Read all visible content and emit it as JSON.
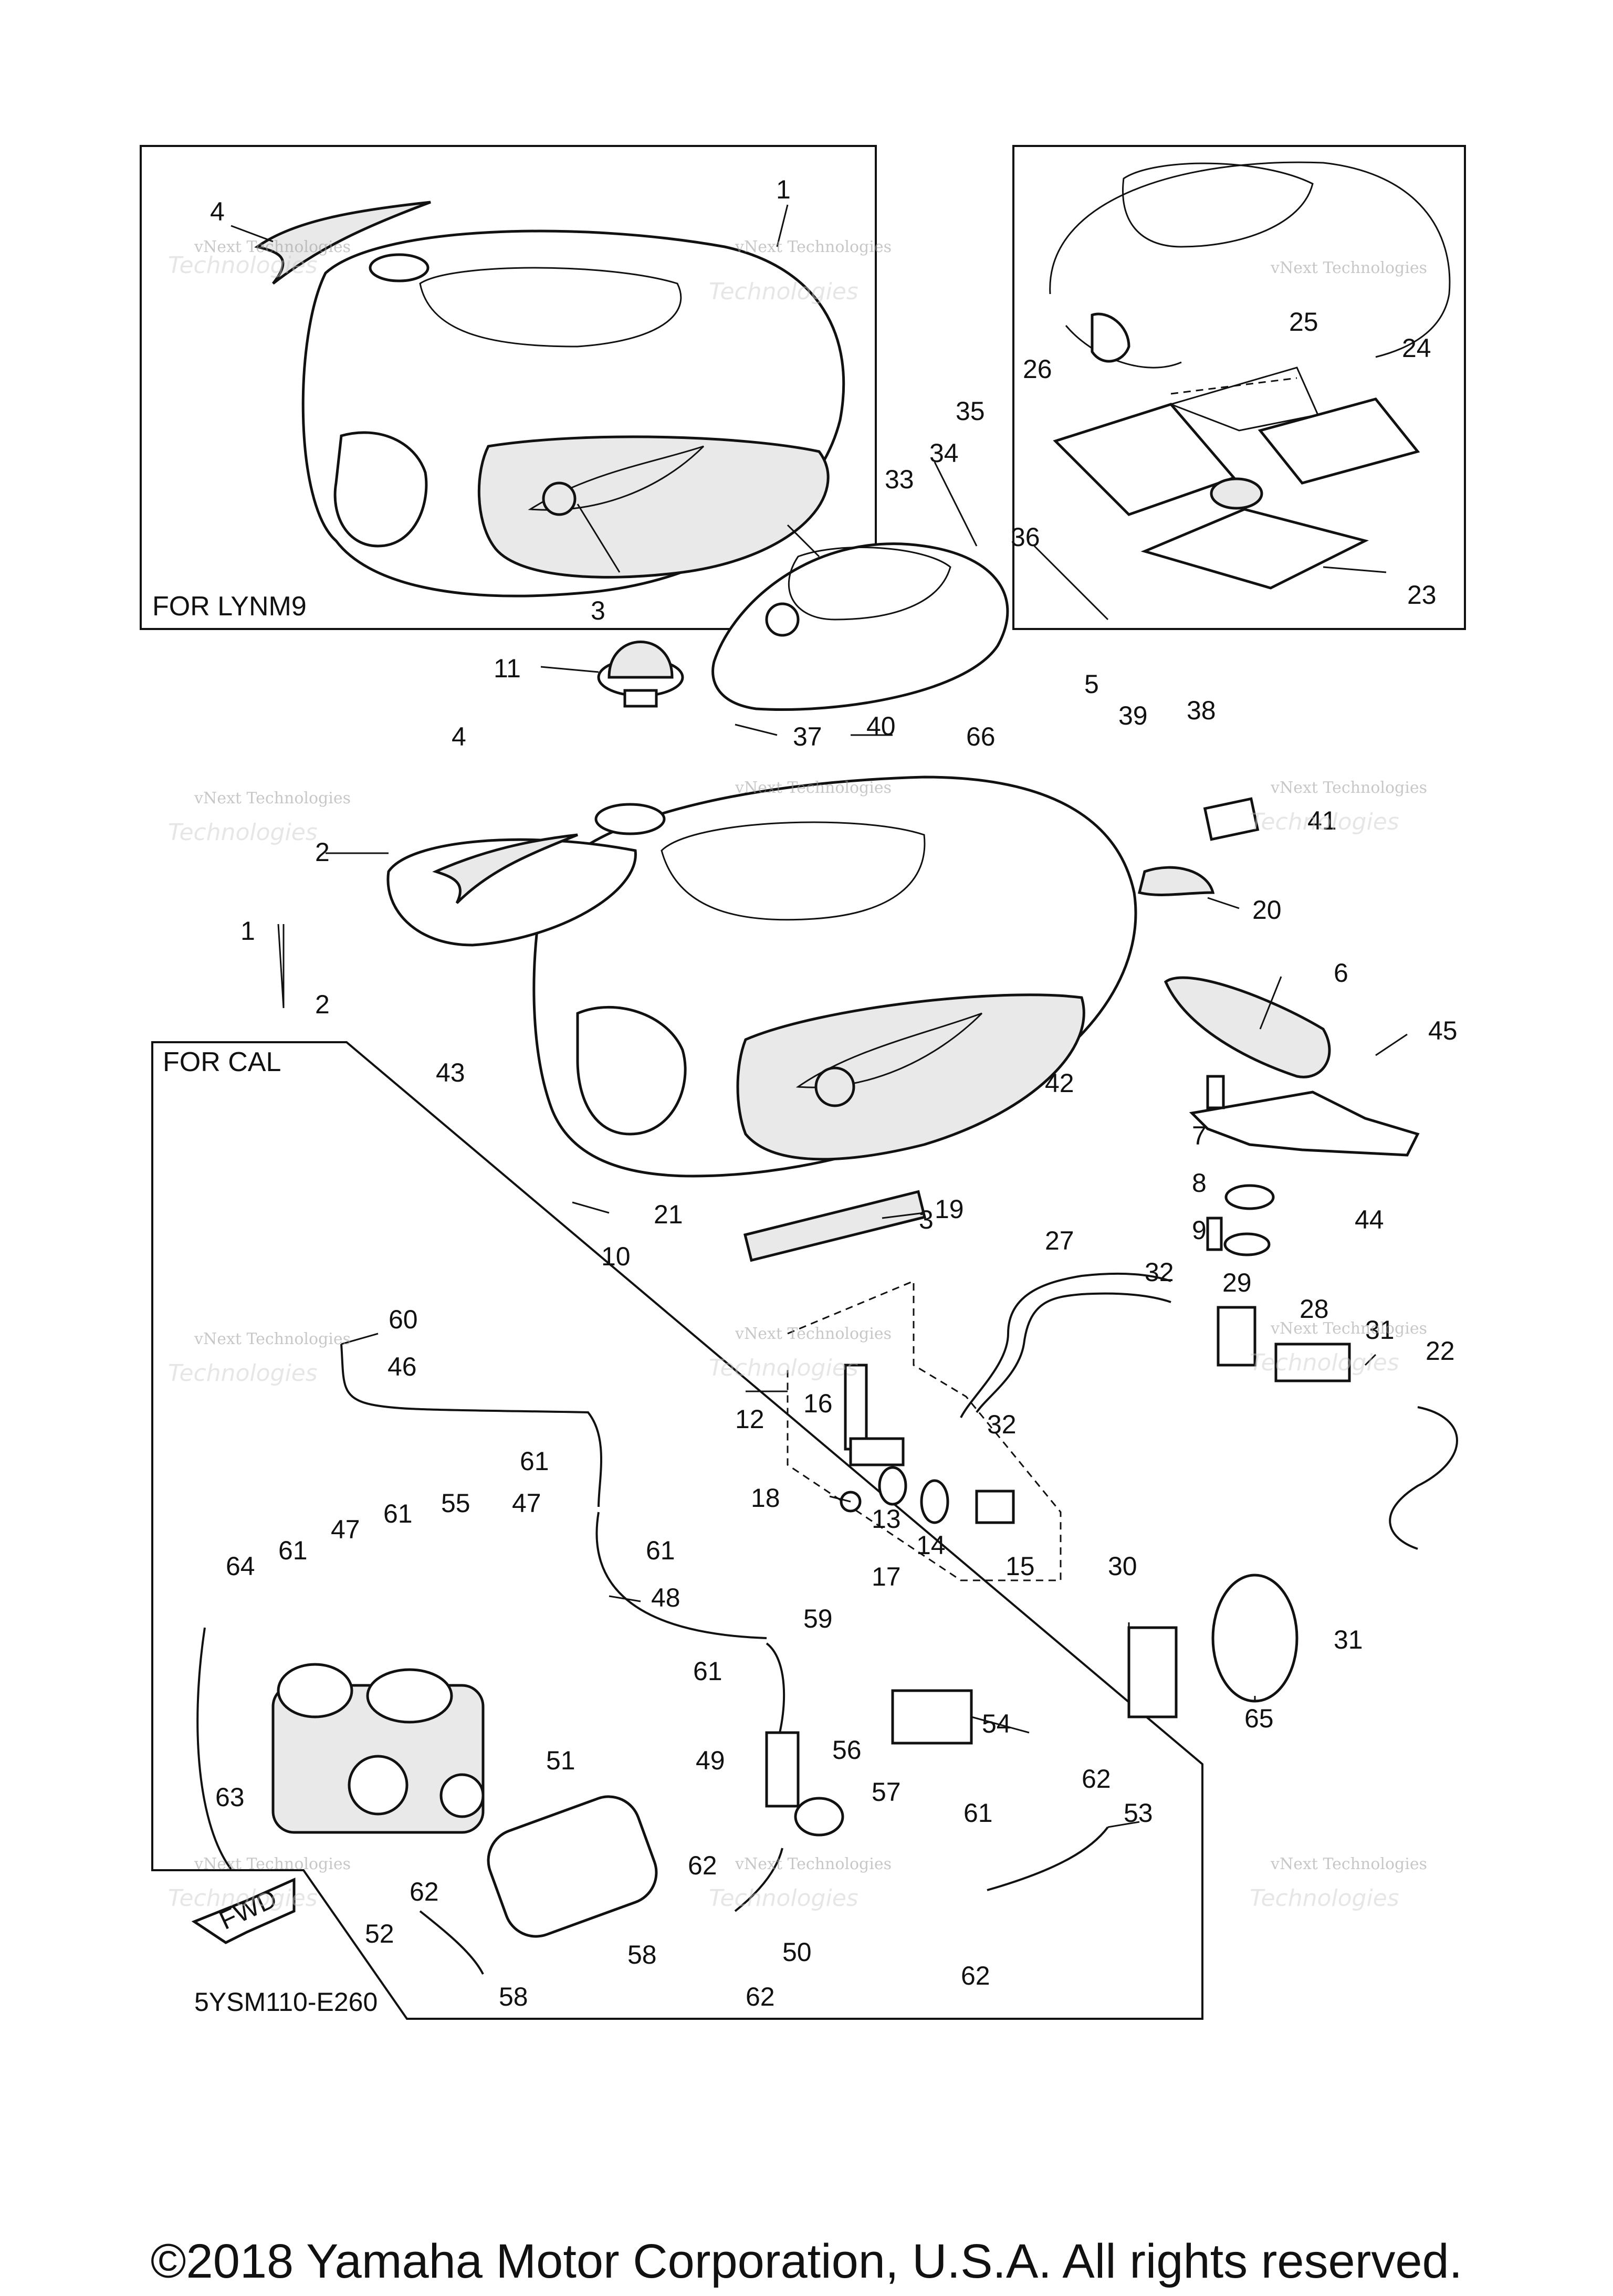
{
  "panels": {
    "lynm9": "FOR LYNM9",
    "cal": "FOR CAL"
  },
  "diagram_code": "5YSM110-E260",
  "copyright": "©2018 Yamaha Motor Corporation, U.S.A. All rights reserved.",
  "watermark": {
    "line1": "vNext Technologies",
    "line2": "Technologies"
  },
  "fwd_badge": "FWD",
  "callouts": [
    "1",
    "2",
    "3",
    "4",
    "5",
    "6",
    "7",
    "8",
    "9",
    "10",
    "11",
    "12",
    "13",
    "14",
    "15",
    "16",
    "17",
    "18",
    "19",
    "20",
    "21",
    "22",
    "23",
    "24",
    "25",
    "26",
    "27",
    "28",
    "29",
    "30",
    "31",
    "32",
    "33",
    "34",
    "35",
    "36",
    "37",
    "38",
    "39",
    "40",
    "41",
    "42",
    "43",
    "44",
    "45",
    "46",
    "47",
    "48",
    "49",
    "50",
    "51",
    "52",
    "53",
    "54",
    "55",
    "56",
    "57",
    "58",
    "59",
    "60",
    "61",
    "62",
    "63",
    "64",
    "65",
    "66"
  ]
}
